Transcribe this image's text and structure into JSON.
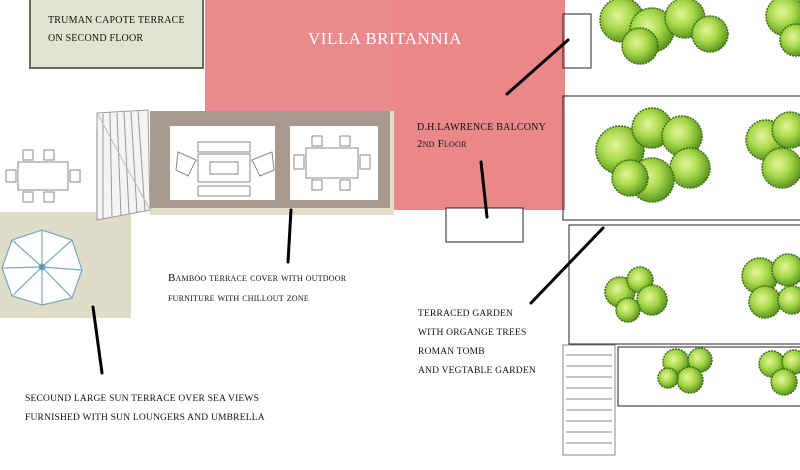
{
  "labels": {
    "villa_title": "VILLA BRITANNIA",
    "capote": "TRUMAN CAPOTE TERRACE\nON SECOND FLOOR",
    "balcony_line1": "D.H.LAWRENCE BALCONY",
    "balcony_line2": "2nd Floor",
    "bamboo": "Bamboo terrace cover with outdoor\nfurniture with chillout zone",
    "garden": "TERRACED GARDEN\nWITH ORGANGE TREES\nROMAN TOMB\nAND VEGTABLE GARDEN",
    "sun_terrace": "SECOUND  LARGE SUN TERRACE OVER SEA VIEWS\nFURNISHED WITH SUN LOUNGERS AND UMBRELLA"
  },
  "colors": {
    "villa": "#eb8a8c",
    "terrace": "#dfddc8",
    "bamboo": "#a89a90",
    "tree_light": "#b8e05a",
    "tree_dark": "#5a8a1e"
  }
}
